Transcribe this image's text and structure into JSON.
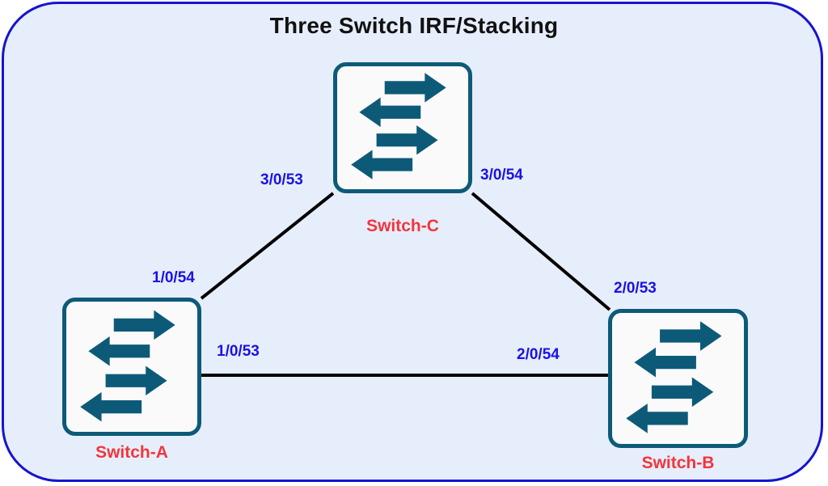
{
  "diagram": {
    "title": "Three Switch IRF/Stacking",
    "panel": {
      "background_color": "#e7eefb",
      "border_color": "#1614cf"
    },
    "colors": {
      "device_label": "#f2353c",
      "port_label": "#1a12e6",
      "switch_border": "#0d5a78",
      "switch_fill": "#fafafa",
      "arrow": "#0d5a78",
      "link_line": "#000000"
    },
    "nodes": [
      {
        "id": "switch-c",
        "label": "Switch-C",
        "icon": "switch-arrows-icon"
      },
      {
        "id": "switch-a",
        "label": "Switch-A",
        "icon": "switch-arrows-icon"
      },
      {
        "id": "switch-b",
        "label": "Switch-B",
        "icon": "switch-arrows-icon"
      }
    ],
    "ports": {
      "switch_c_left": "3/0/53",
      "switch_c_right": "3/0/54",
      "switch_a_top": "1/0/54",
      "switch_a_right": "1/0/53",
      "switch_b_top": "2/0/53",
      "switch_b_left": "2/0/54"
    },
    "links": [
      {
        "id": "link-a-c",
        "from": "Switch-A",
        "from_port": "1/0/54",
        "to": "Switch-C",
        "to_port": "3/0/53"
      },
      {
        "id": "link-c-b",
        "from": "Switch-C",
        "from_port": "3/0/54",
        "to": "Switch-B",
        "to_port": "2/0/53"
      },
      {
        "id": "link-a-b",
        "from": "Switch-A",
        "from_port": "1/0/53",
        "to": "Switch-B",
        "to_port": "2/0/54"
      }
    ]
  }
}
